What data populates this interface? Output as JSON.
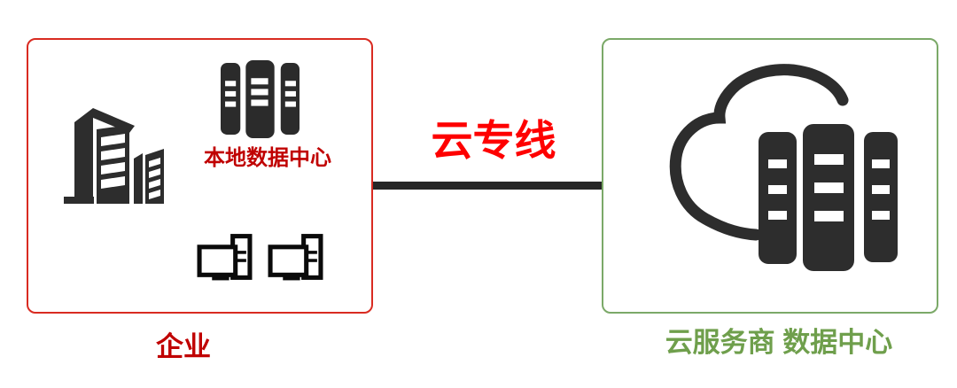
{
  "diagram": {
    "title_implicit": "云专线连接示意图",
    "enterprise": {
      "label": "企业",
      "local_datacenter_label": "本地数据中心",
      "box_border_color": "#D92B21",
      "label_color": "#C00000",
      "icons": [
        "building-icon",
        "server-rack-icon",
        "desktop-computer-icon",
        "desktop-computer-icon"
      ]
    },
    "link": {
      "label": "云专线",
      "label_color": "#FE0000",
      "line_color": "#262626"
    },
    "provider": {
      "label": "云服务商 数据中心",
      "box_border_color": "#7BA968",
      "label_color": "#6F9F4C",
      "icons": [
        "cloud-servers-icon"
      ]
    },
    "icon_color": "#2D2D2D",
    "background_color": "#FFFFFF"
  }
}
